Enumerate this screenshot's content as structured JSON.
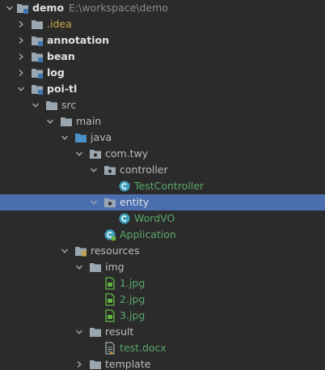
{
  "colors": {
    "background": "#2b2b2b",
    "selection": "#4b6eaf",
    "folder": "#9aa7b0",
    "java_folder": "#4a90c9",
    "class_icon": "#3d9fbd",
    "file_icon": "#62b543",
    "green_text": "#59a869",
    "idea_text": "#c9a947"
  },
  "tree": {
    "root": {
      "name": "demo",
      "path": "E:\\workspace\\demo",
      "icon": "module-folder-icon"
    },
    "items": [
      {
        "label": ".idea",
        "icon": "folder-icon"
      },
      {
        "label": "annotation",
        "icon": "module-folder-icon"
      },
      {
        "label": "bean",
        "icon": "module-folder-icon"
      },
      {
        "label": "log",
        "icon": "module-folder-icon"
      },
      {
        "label": "poi-tl",
        "icon": "module-folder-icon"
      },
      {
        "label": "src",
        "icon": "folder-icon"
      },
      {
        "label": "main",
        "icon": "folder-icon"
      },
      {
        "label": "java",
        "icon": "source-folder-icon"
      },
      {
        "label": "com.twy",
        "icon": "package-icon"
      },
      {
        "label": "controller",
        "icon": "package-icon"
      },
      {
        "label": "TestController",
        "icon": "class-icon"
      },
      {
        "label": "entity",
        "icon": "package-icon"
      },
      {
        "label": "WordVO",
        "icon": "class-icon"
      },
      {
        "label": "Application",
        "icon": "spring-boot-class-icon"
      },
      {
        "label": "resources",
        "icon": "resources-folder-icon"
      },
      {
        "label": "img",
        "icon": "folder-icon"
      },
      {
        "label": "1.jpg",
        "icon": "image-file-icon"
      },
      {
        "label": "2.jpg",
        "icon": "image-file-icon"
      },
      {
        "label": "3.jpg",
        "icon": "image-file-icon"
      },
      {
        "label": "result",
        "icon": "folder-icon"
      },
      {
        "label": "test.docx",
        "icon": "docx-file-icon"
      },
      {
        "label": "template",
        "icon": "folder-icon"
      }
    ]
  }
}
